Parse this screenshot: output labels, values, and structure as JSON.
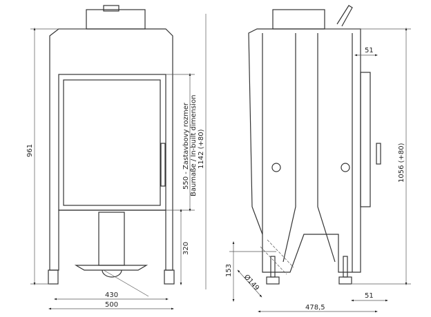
{
  "front_view": {
    "height_total": "961",
    "inbuilt_label_1": "550 - Zastavbovy rozmer",
    "inbuilt_label_2": "Baumaße / In-built dimension",
    "inbuilt_label_3": "1142 (+80)",
    "pedestal_height": "320",
    "inner_width": "430",
    "outer_width": "500"
  },
  "side_view": {
    "top_offset": "51",
    "height_total": "1056 (+80)",
    "outlet_height": "153",
    "outlet_diameter": "Ø149",
    "depth": "478,5",
    "bottom_offset": "51"
  }
}
